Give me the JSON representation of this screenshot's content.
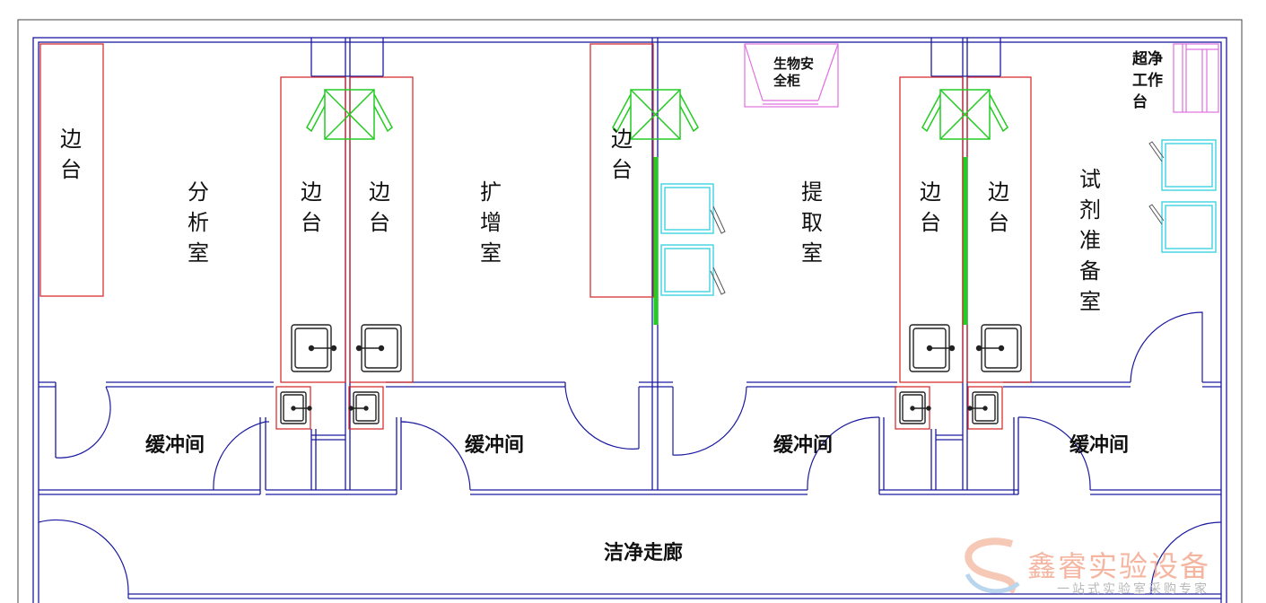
{
  "labels": {
    "side_bench_left": "边\n台",
    "analysis_room": "分\n析\n室",
    "bench_a": "边\n台",
    "bench_b": "边\n台",
    "amplification_room": "扩\n增\n室",
    "bench_c": "边\n台",
    "extraction_room": "提\n取\n室",
    "bench_d": "边\n台",
    "bench_e": "边\n台",
    "reagent_prep_room": "试\n剂\n准\n备\n室",
    "biosafety_cabinet": "生物安\n全柜",
    "clean_bench": "超净\n工作\n台",
    "buffer_1": "缓冲间",
    "buffer_2": "缓冲间",
    "buffer_3": "缓冲间",
    "buffer_4": "缓冲间",
    "corridor": "洁净走廊"
  },
  "watermark": {
    "brand": "鑫睿实验设备",
    "slogan": "一站式实验室采购专家"
  },
  "colors": {
    "wall": "#1a1aa0",
    "bench": "#d42020",
    "fume_hood": "#22cc22",
    "cabinet": "#e070e0",
    "fridge": "#30d0e0",
    "sink": "#222222"
  }
}
